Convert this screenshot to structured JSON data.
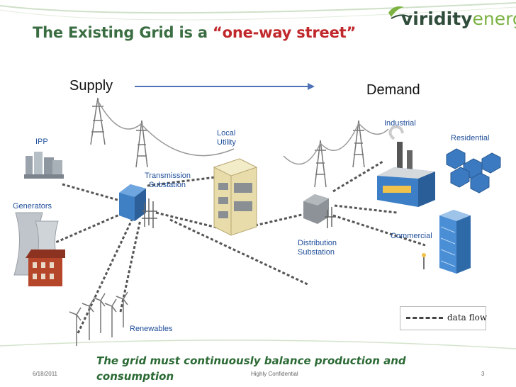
{
  "title": {
    "prefix": "The Existing Grid is a ",
    "highlight": "“one-way street”"
  },
  "logo": {
    "part1": "viridity",
    "part2": "energy"
  },
  "flow": {
    "supply": "Supply",
    "demand": "Demand"
  },
  "labels": {
    "ipp": "IPP",
    "generators": "Generators",
    "transmission": [
      "Transmission",
      "Substation"
    ],
    "local_utility": [
      "Local",
      "Utility"
    ],
    "renewables": "Renewables",
    "distribution": [
      "Distribution",
      "Substation"
    ],
    "industrial": "Industrial",
    "residential": "Residential",
    "commercial": "Commercial"
  },
  "legend": {
    "text": "data flow"
  },
  "tagline": [
    "The grid must continuously balance production and",
    "consumption"
  ],
  "footer": {
    "date": "6/18/2011",
    "confidential": "Highly Confidential",
    "page": "3"
  },
  "colors": {
    "title_green": "#3a6e42",
    "title_red": "#c0282c",
    "label_blue": "#1f4e9a",
    "arrow_blue": "#4f72b8"
  }
}
